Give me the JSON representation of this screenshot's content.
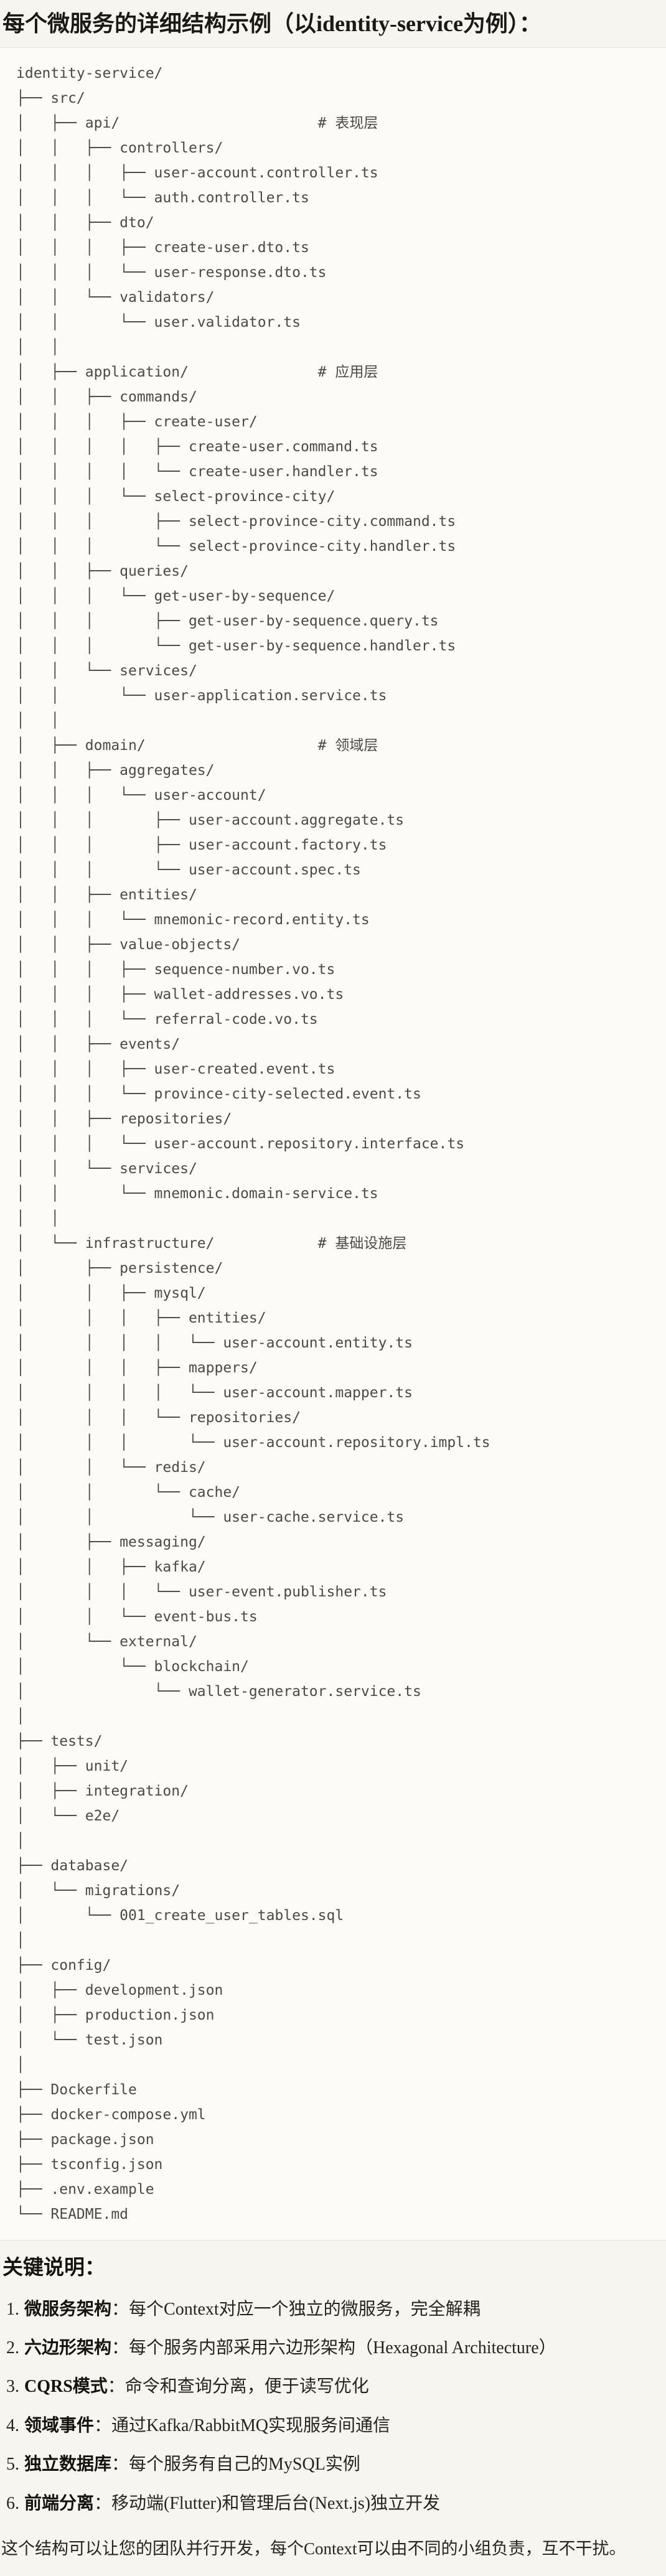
{
  "page": {
    "title": "每个微服务的详细结构示例（以identity-service为例）："
  },
  "tree": {
    "lines": [
      "identity-service/",
      "├── src/",
      "│   ├── api/                       # 表现层",
      "│   │   ├── controllers/",
      "│   │   │   ├── user-account.controller.ts",
      "│   │   │   └── auth.controller.ts",
      "│   │   ├── dto/",
      "│   │   │   ├── create-user.dto.ts",
      "│   │   │   └── user-response.dto.ts",
      "│   │   └── validators/",
      "│   │       └── user.validator.ts",
      "│   │",
      "│   ├── application/               # 应用层",
      "│   │   ├── commands/",
      "│   │   │   ├── create-user/",
      "│   │   │   │   ├── create-user.command.ts",
      "│   │   │   │   └── create-user.handler.ts",
      "│   │   │   └── select-province-city/",
      "│   │   │       ├── select-province-city.command.ts",
      "│   │   │       └── select-province-city.handler.ts",
      "│   │   ├── queries/",
      "│   │   │   └── get-user-by-sequence/",
      "│   │   │       ├── get-user-by-sequence.query.ts",
      "│   │   │       └── get-user-by-sequence.handler.ts",
      "│   │   └── services/",
      "│   │       └── user-application.service.ts",
      "│   │",
      "│   ├── domain/                    # 领域层",
      "│   │   ├── aggregates/",
      "│   │   │   └── user-account/",
      "│   │   │       ├── user-account.aggregate.ts",
      "│   │   │       ├── user-account.factory.ts",
      "│   │   │       └── user-account.spec.ts",
      "│   │   ├── entities/",
      "│   │   │   └── mnemonic-record.entity.ts",
      "│   │   ├── value-objects/",
      "│   │   │   ├── sequence-number.vo.ts",
      "│   │   │   ├── wallet-addresses.vo.ts",
      "│   │   │   └── referral-code.vo.ts",
      "│   │   ├── events/",
      "│   │   │   ├── user-created.event.ts",
      "│   │   │   └── province-city-selected.event.ts",
      "│   │   ├── repositories/",
      "│   │   │   └── user-account.repository.interface.ts",
      "│   │   └── services/",
      "│   │       └── mnemonic.domain-service.ts",
      "│   │",
      "│   └── infrastructure/            # 基础设施层",
      "│       ├── persistence/",
      "│       │   ├── mysql/",
      "│       │   │   ├── entities/",
      "│       │   │   │   └── user-account.entity.ts",
      "│       │   │   ├── mappers/",
      "│       │   │   │   └── user-account.mapper.ts",
      "│       │   │   └── repositories/",
      "│       │   │       └── user-account.repository.impl.ts",
      "│       │   └── redis/",
      "│       │       └── cache/",
      "│       │           └── user-cache.service.ts",
      "│       ├── messaging/",
      "│       │   ├── kafka/",
      "│       │   │   └── user-event.publisher.ts",
      "│       │   └── event-bus.ts",
      "│       └── external/",
      "│           └── blockchain/",
      "│               └── wallet-generator.service.ts",
      "│",
      "├── tests/",
      "│   ├── unit/",
      "│   ├── integration/",
      "│   └── e2e/",
      "│",
      "├── database/",
      "│   └── migrations/",
      "│       └── 001_create_user_tables.sql",
      "│",
      "├── config/",
      "│   ├── development.json",
      "│   ├── production.json",
      "│   └── test.json",
      "│",
      "├── Dockerfile",
      "├── docker-compose.yml",
      "├── package.json",
      "├── tsconfig.json",
      "├── .env.example",
      "└── README.md"
    ]
  },
  "notes": {
    "heading": "关键说明：",
    "items": [
      {
        "num": "1.",
        "term": "微服务架构",
        "desc": "：每个Context对应一个独立的微服务，完全解耦"
      },
      {
        "num": "2.",
        "term": "六边形架构",
        "desc": "：每个服务内部采用六边形架构（Hexagonal Architecture）"
      },
      {
        "num": "3.",
        "term": "CQRS模式",
        "desc": "：命令和查询分离，便于读写优化"
      },
      {
        "num": "4.",
        "term": "领域事件",
        "desc": "：通过Kafka/RabbitMQ实现服务间通信"
      },
      {
        "num": "5.",
        "term": "独立数据库",
        "desc": "：每个服务有自己的MySQL实例"
      },
      {
        "num": "6.",
        "term": "前端分离",
        "desc": "：移动端(Flutter)和管理后台(Next.js)独立开发"
      }
    ],
    "closing": "这个结构可以让您的团队并行开发，每个Context可以由不同的小组负责，互不干扰。"
  },
  "colors": {
    "page_bg": "#f7f5ef",
    "code_bg": "#fcfbf7",
    "border": "#e6e4db",
    "tree_text": "#4b4a44",
    "title_text": "#1a1915",
    "note_text": "#26241f"
  }
}
